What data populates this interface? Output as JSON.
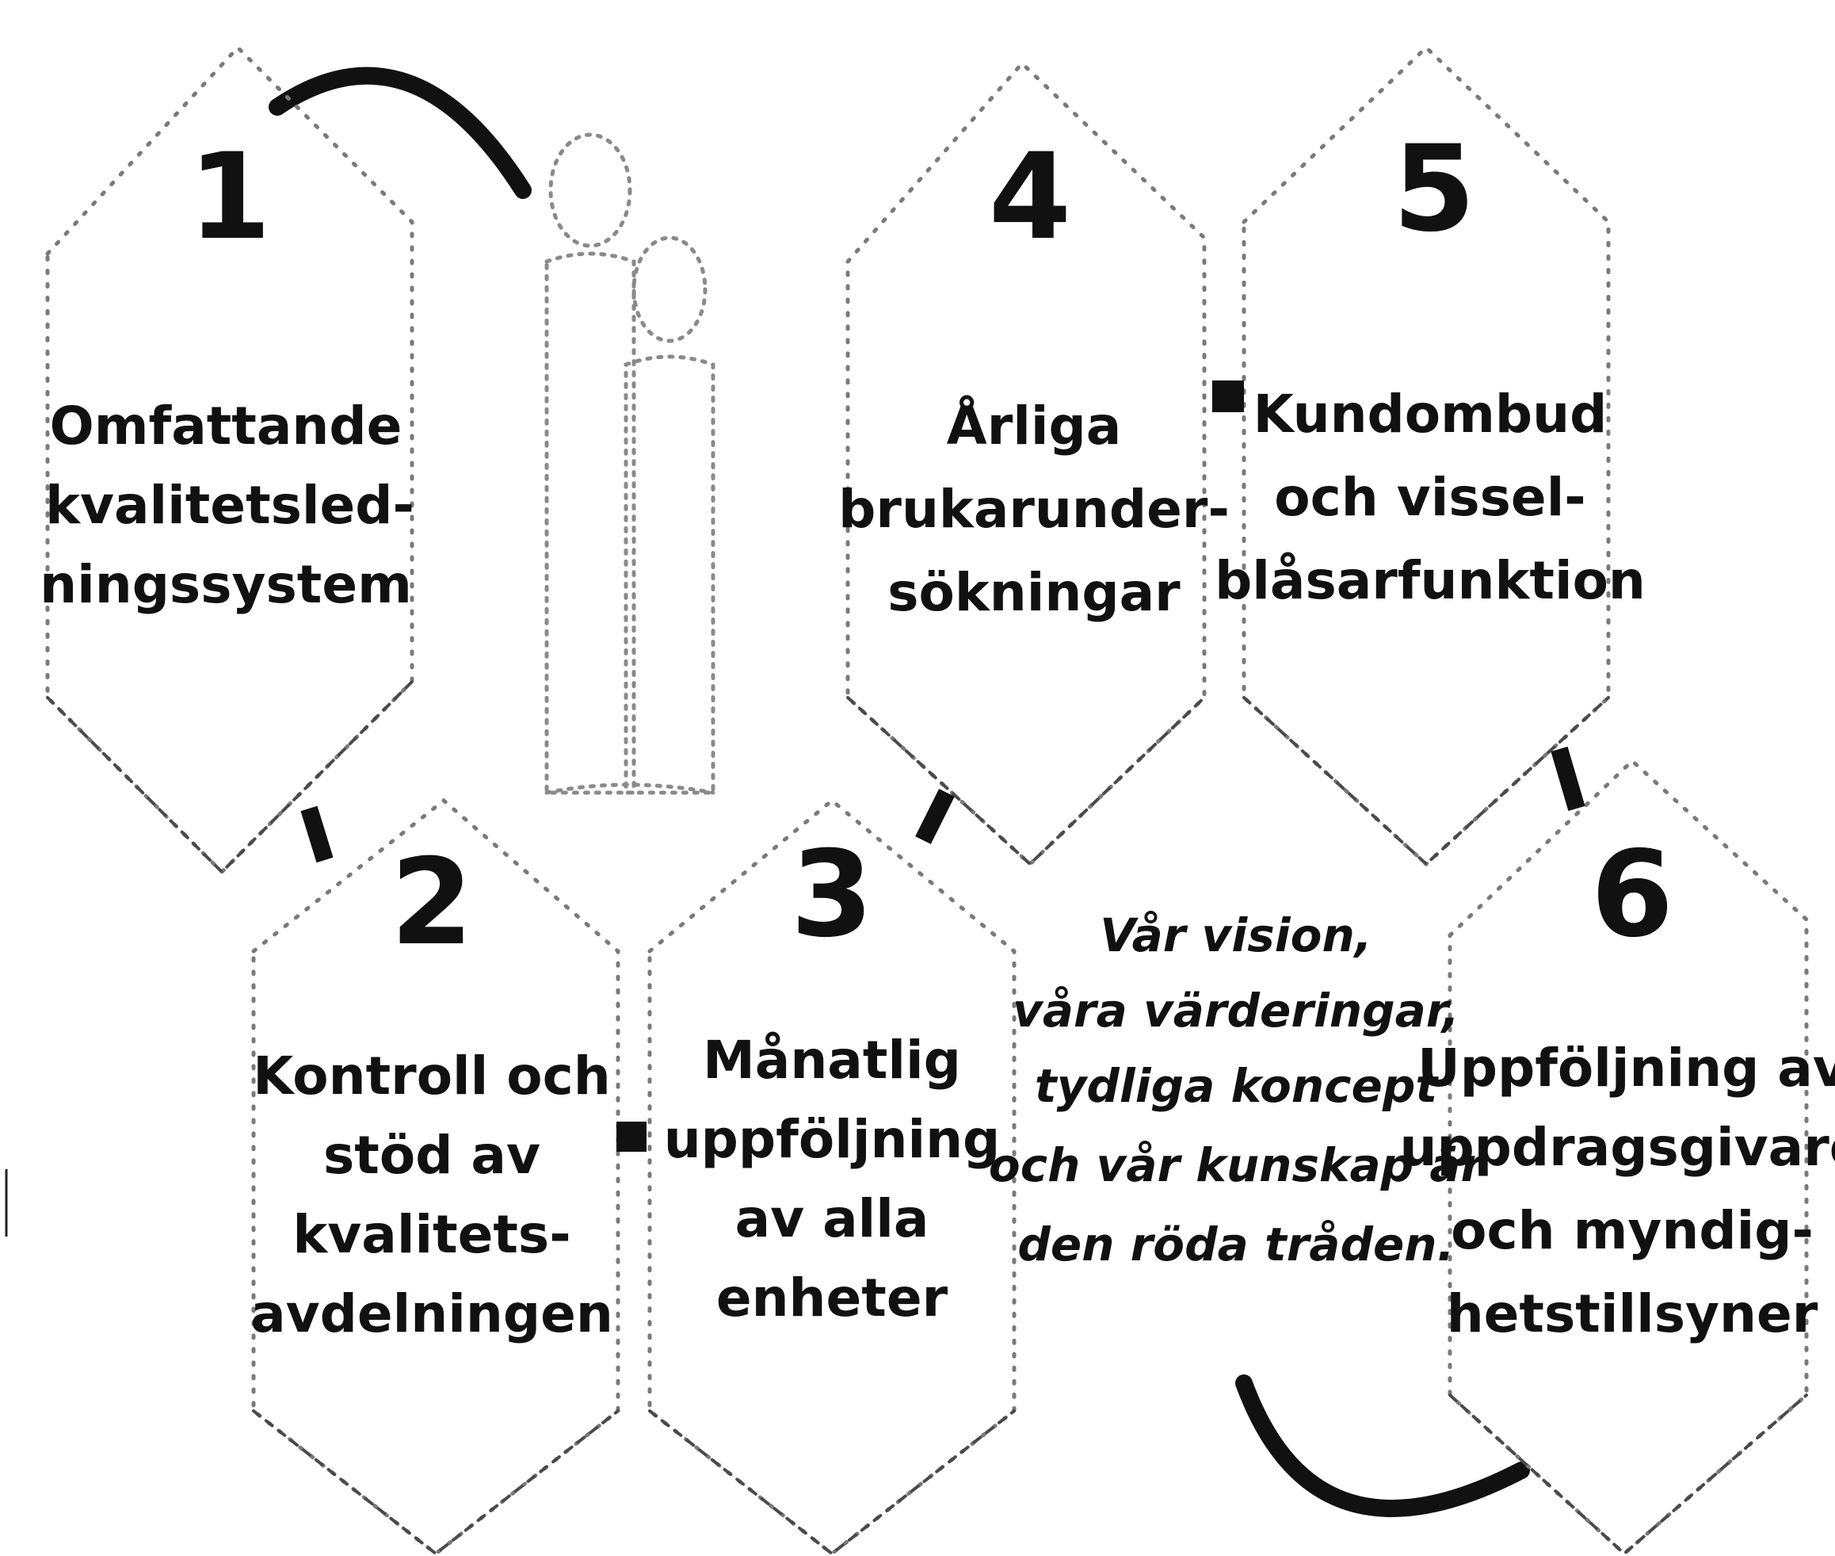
{
  "hexagons": [
    {
      "number": "1",
      "lines": [
        "Omfattande",
        "kvalitetsled-",
        "ningssystem"
      ]
    },
    {
      "number": "2",
      "lines": [
        "Kontroll och",
        "stöd av",
        "kvalitets-",
        "avdelningen"
      ]
    },
    {
      "number": "3",
      "lines": [
        "Månatlig",
        "uppföljning",
        "av alla",
        "enheter"
      ]
    },
    {
      "number": "4",
      "lines": [
        "Årliga",
        "brukarunder-",
        "sökningar"
      ]
    },
    {
      "number": "5",
      "lines": [
        "Kundombud",
        "och vissel-",
        "blåsarfunktion"
      ]
    },
    {
      "number": "6",
      "lines": [
        "Uppföljning av",
        "uppdragsgivare",
        "och myndig-",
        "hetstillsyner"
      ]
    }
  ],
  "vision": [
    "Vår vision,",
    "våra värderingar,",
    "tydliga koncept",
    "och vår kunskap är",
    "den röda tråden."
  ],
  "colors": {
    "text": "#111111",
    "outline": "#7a7a7a",
    "connector": "#111111"
  }
}
